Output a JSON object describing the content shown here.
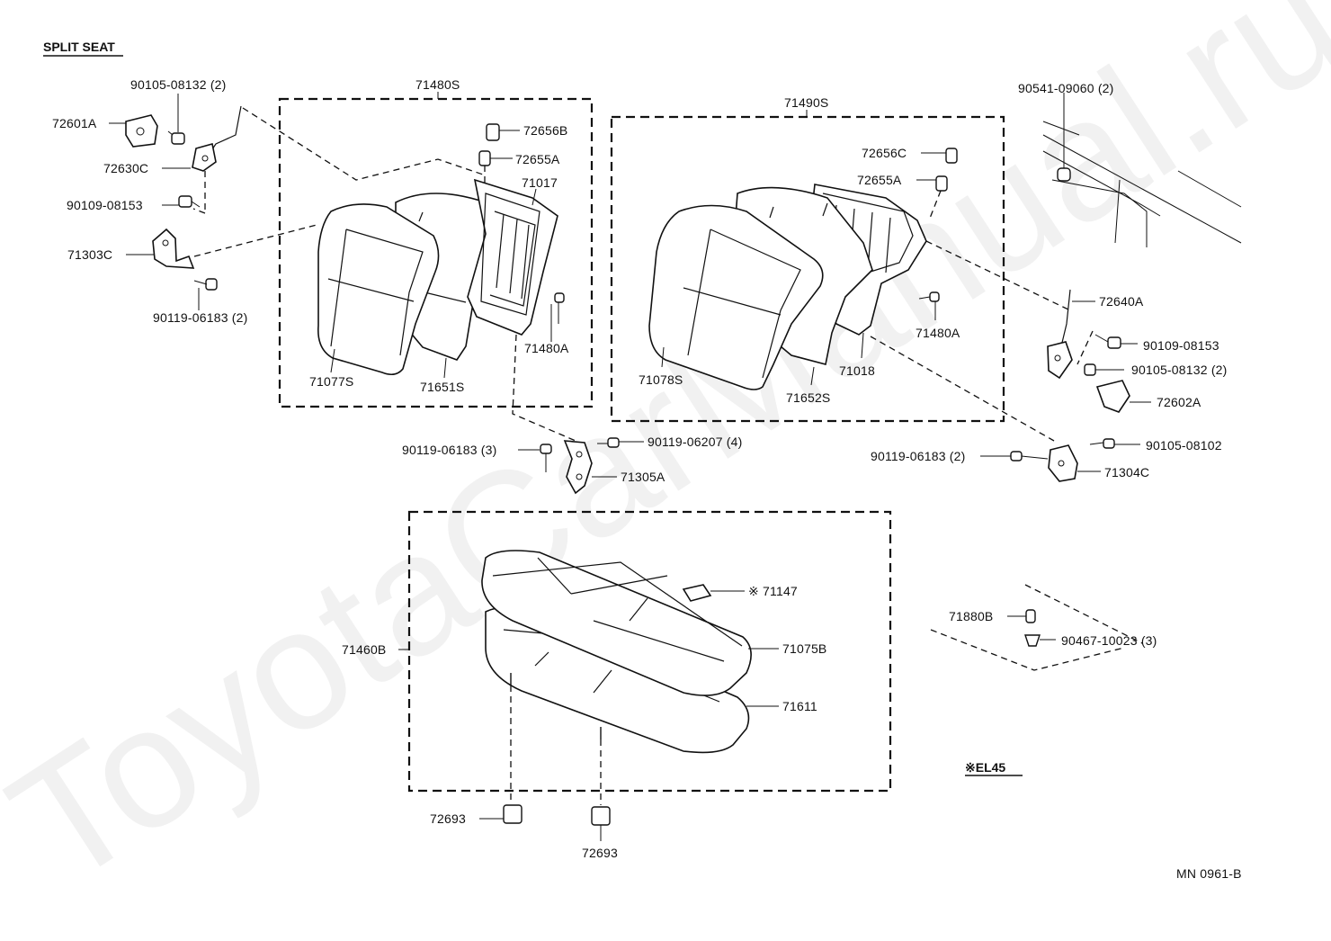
{
  "title": "SPLIT SEAT",
  "watermark": "ToyotaCarManual.ru",
  "diagram_code": "MN 0961-B",
  "note": "※EL45",
  "groups": {
    "left_back": "71480S",
    "right_back": "71490S",
    "cushion": "71460B"
  },
  "labels": {
    "l_90105_08132": "90105-08132 (2)",
    "l_72601A": "72601A",
    "l_72630C": "72630C",
    "l_90109_08153_left": "90109-08153",
    "l_71303C": "71303C",
    "l_90119_06183_2_left": "90119-06183 (2)",
    "l_72656B": "72656B",
    "l_72655A_left": "72655A",
    "l_71017": "71017",
    "l_71480A_left": "71480A",
    "l_71077S": "71077S",
    "l_71651S": "71651S",
    "l_72656C": "72656C",
    "l_72655A_right": "72655A",
    "l_71480A_right": "71480A",
    "l_71078S": "71078S",
    "l_71652S": "71652S",
    "l_71018": "71018",
    "l_90541_09060": "90541-09060 (2)",
    "l_72640A": "72640A",
    "l_90109_08153_right": "90109-08153",
    "l_90105_08132_right": "90105-08132 (2)",
    "l_72602A": "72602A",
    "l_90105_08102": "90105-08102",
    "l_90119_06183_2_right": "90119-06183 (2)",
    "l_71304C": "71304C",
    "l_90119_06183_3": "90119-06183 (3)",
    "l_90119_06207": "90119-06207 (4)",
    "l_71305A": "71305A",
    "l_71147": "※ 71147",
    "l_71075B": "71075B",
    "l_71611": "71611",
    "l_71880B": "71880B",
    "l_90467_10023": "90467-10023 (3)",
    "l_72693_a": "72693",
    "l_72693_b": "72693"
  }
}
